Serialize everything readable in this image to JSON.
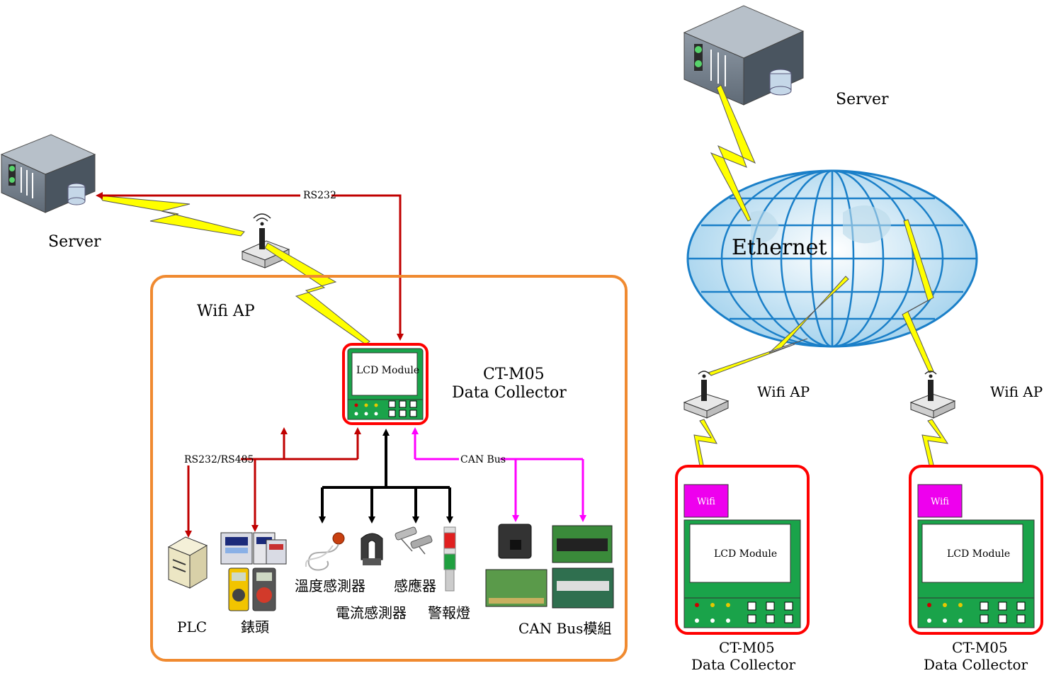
{
  "left": {
    "server_label": "Server",
    "wifi_ap_label": "Wifi AP",
    "link_rs232": "RS232",
    "link_rs232_rs485": "RS232/RS485",
    "link_can_bus": "CAN Bus",
    "collector_name": "CT-M05",
    "collector_desc": "Data Collector",
    "lcd_label": "LCD Module",
    "devices": {
      "plc": "PLC",
      "meter": "錶頭",
      "temp_sensor": "溫度感測器",
      "current_sensor": "電流感測器",
      "sensor": "感應器",
      "alarm_light": "警報燈",
      "can_module": "CAN Bus模組"
    }
  },
  "right": {
    "server_label": "Server",
    "network_label": "Ethernet",
    "ap1_label": "Wifi AP",
    "ap2_label": "Wifi AP",
    "c1_wifi": "Wifi",
    "c1_lcd": "LCD Module",
    "c1_name": "CT-M05",
    "c1_desc": "Data Collector",
    "c2_wifi": "Wifi",
    "c2_lcd": "LCD Module",
    "c2_name": "CT-M05",
    "c2_desc": "Data Collector"
  },
  "colors": {
    "frame_orange": "#f08a30",
    "red_link": "#c00000",
    "can_magenta": "#ff00ff",
    "board_green": "#1aa34a",
    "collector_red": "#ff0000",
    "lightning_yellow": "#ffff00"
  }
}
